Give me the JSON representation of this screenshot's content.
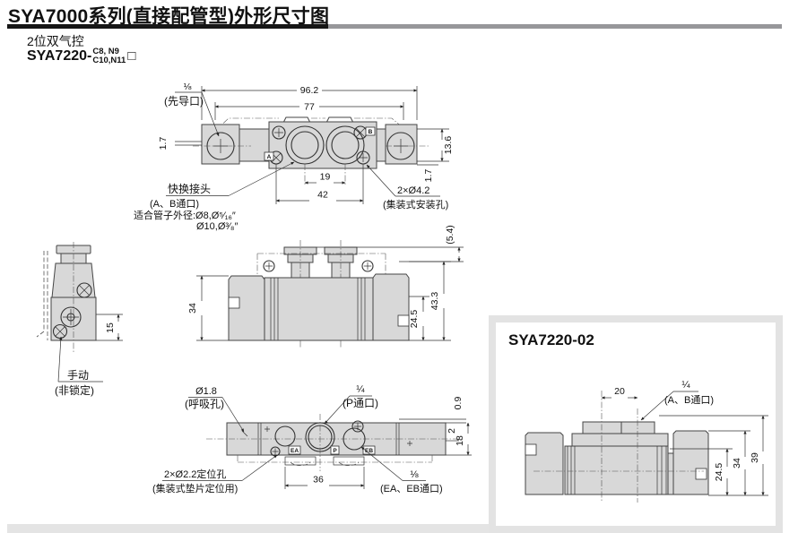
{
  "page": {
    "title": "SYA7000系列(直接配管型)外形尺寸图",
    "subtitle": "2位双气控",
    "model_base": "SYA7220-",
    "model_top": "C8, N9",
    "model_bottom": "C10,N11",
    "model_suffix": "□"
  },
  "top_view": {
    "dim_overall": "96.2",
    "dim_body": "77",
    "dim_pilot_offset": "1.7",
    "dim_side_height": "13.6",
    "dim_side_offset": "1.7",
    "dim_port_pitch": "19",
    "dim_mount_pitch": "42",
    "pilot_size": "⅛",
    "pilot_port": "(先导口)",
    "fitting": "快换接头",
    "fitting_ports": "(A、B通口)",
    "tube_od_1": "适合管子外径:Ø8,Ø⁵⁄₁₆″",
    "tube_od_2": "Ø10,Ø³⁄₈″",
    "mount_holes": "2×Ø4.2",
    "mount_desc": "(集装式安装孔)",
    "port_a": "A",
    "port_b": "B"
  },
  "side_view": {
    "dim_manual": "15",
    "manual": "手动",
    "manual_type": "(非锁定)"
  },
  "front_view": {
    "dim_proj": "(5.4)",
    "dim_left": "34",
    "dim_sub": "24.5",
    "dim_total": "43.3"
  },
  "bottom_view": {
    "dim_edge": "0.9",
    "dim_offset": "2",
    "dim_height": "18",
    "dim_span": "36",
    "breather_size": "Ø1.8",
    "breather": "(呼吸孔)",
    "p_size": "¼",
    "p_port": "(P通口)",
    "locating": "2×Ø2.2定位孔",
    "locating_desc": "(集装式垫片定位用)",
    "e_size": "⅛",
    "e_ports": "(EA、EB通口)",
    "port_ea": "EA",
    "port_p": "P",
    "port_eb": "EB"
  },
  "panel": {
    "heading": "SYA7220-02",
    "dim_pitch": "20",
    "ab_size": "¼",
    "ab_ports": "(A、B通口)",
    "dim_sub": "24.5",
    "dim_mid": "34",
    "dim_total": "39"
  },
  "colors": {
    "bar_black": "#161616",
    "bar_gray": "#97979a",
    "panel_frame": "#e3e3e3",
    "divider": "#e4e4e4",
    "body_fill": "#d8d8d8",
    "line": "#3a3a3a"
  }
}
